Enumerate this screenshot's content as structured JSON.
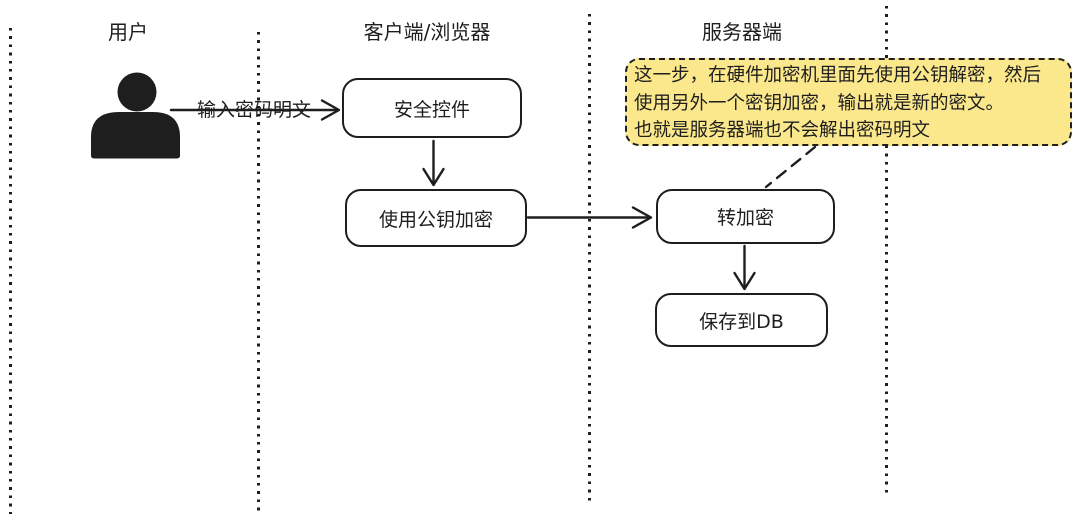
{
  "diagram": {
    "lanes": [
      {
        "label": "用户"
      },
      {
        "label": "客户端/浏览器"
      },
      {
        "label": "服务器端"
      }
    ],
    "nodes": [
      {
        "id": "secure-control",
        "label": "安全控件"
      },
      {
        "id": "public-key-encrypt",
        "label": "使用公钥加密"
      },
      {
        "id": "re-encrypt",
        "label": "转加密"
      },
      {
        "id": "save-db",
        "label": "保存到DB"
      }
    ],
    "edge_labels": {
      "user_input": "输入密码明文"
    },
    "note": {
      "lines": [
        "这一步，在硬件加密机里面先使用公钥解密，然后",
        "使用另外一个密钥加密，输出就是新的密文。",
        "也就是服务器端也不会解出密码明文"
      ]
    },
    "colors": {
      "stroke": "#1e1e1e",
      "note_fill": "#fbe88d",
      "node_fill": "#ffffff",
      "background": "#ffffff"
    }
  }
}
